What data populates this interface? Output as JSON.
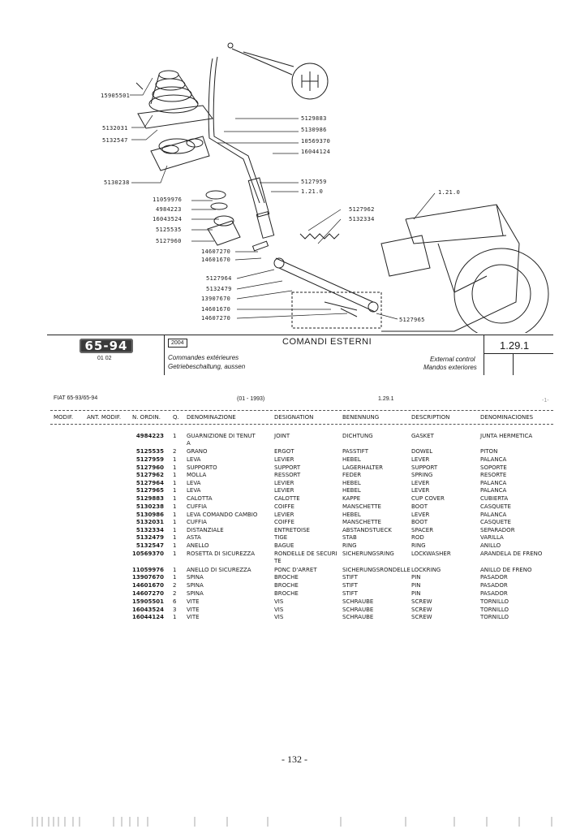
{
  "callouts": {
    "c15905501": "15905501",
    "c5132031": "5132031",
    "c5132547": "5132547",
    "c5130238": "5130238",
    "c5129883": "5129883",
    "c5130986": "5130986",
    "c10569370": "10569370",
    "c16044124": "16044124",
    "c5127959": "5127959",
    "c121a": "1.21.0",
    "c121b": "1.21.0",
    "c11059976": "11059976",
    "c4984223": "4984223",
    "c16043524": "16043524",
    "c5125535": "5125535",
    "c5127960": "5127960",
    "c5127962": "5127962",
    "c5132334": "5132334",
    "c14607270a": "14607270",
    "c14601670a": "14601670",
    "c5127964": "5127964",
    "c5132479": "5132479",
    "c13907670": "13907670",
    "c14601670b": "14601670",
    "c14607270b": "14607270",
    "c5127965": "5127965"
  },
  "header": {
    "badge": "65-94",
    "subcode": "01 02",
    "boxcode": "2004",
    "title_it": "COMANDI ESTERNI",
    "title_fr": "Commandes extérieures",
    "title_de": "Getriebeschaltung, aussen",
    "title_en": "External control",
    "title_es": "Mandos exteriores",
    "section": "1.29.1"
  },
  "meta": {
    "model": "FIAT 65-93/65-94",
    "date": "(01 - 1993)",
    "section": "1.29.1",
    "tick": "-1-"
  },
  "columns": {
    "modif": "MODIF.",
    "ant_modif": "ANT. MODIF.",
    "n_ordin": "N. ORDIN.",
    "q": "Q.",
    "denom": "DENOMINAZIONE",
    "designation": "DESIGNATION",
    "benennung": "BENENNUNG",
    "description": "DESCRIPTION",
    "denominaciones": "DENOMINACIONES"
  },
  "parts": [
    {
      "num": "4984223",
      "qty": "1",
      "it": "GUARNIZIONE DI TENUT",
      "it2": "A",
      "fr": "JOINT",
      "de": "DICHTUNG",
      "en": "GASKET",
      "es": "JUNTA HERMETICA"
    },
    {
      "num": "5125535",
      "qty": "2",
      "it": "GRANO",
      "fr": "ERGOT",
      "de": "PASSTIFT",
      "en": "DOWEL",
      "es": "PITON"
    },
    {
      "num": "5127959",
      "qty": "1",
      "it": "LEVA",
      "fr": "LEVIER",
      "de": "HEBEL",
      "en": "LEVER",
      "es": "PALANCA"
    },
    {
      "num": "5127960",
      "qty": "1",
      "it": "SUPPORTO",
      "fr": "SUPPORT",
      "de": "LAGERHALTER",
      "en": "SUPPORT",
      "es": "SOPORTE"
    },
    {
      "num": "5127962",
      "qty": "1",
      "it": "MOLLA",
      "fr": "RESSORT",
      "de": "FEDER",
      "en": "SPRING",
      "es": "RESORTE"
    },
    {
      "num": "5127964",
      "qty": "1",
      "it": "LEVA",
      "fr": "LEVIER",
      "de": "HEBEL",
      "en": "LEVER",
      "es": "PALANCA"
    },
    {
      "num": "5127965",
      "qty": "1",
      "it": "LEVA",
      "fr": "LEVIER",
      "de": "HEBEL",
      "en": "LEVER",
      "es": "PALANCA"
    },
    {
      "num": "5129883",
      "qty": "1",
      "it": "CALOTTA",
      "fr": "CALOTTE",
      "de": "KAPPE",
      "en": "CUP COVER",
      "es": "CUBIERTA"
    },
    {
      "num": "5130238",
      "qty": "1",
      "it": "CUFFIA",
      "fr": "COIFFE",
      "de": "MANSCHETTE",
      "en": "BOOT",
      "es": "CASQUETE"
    },
    {
      "num": "5130986",
      "qty": "1",
      "it": "LEVA COMANDO CAMBIO",
      "fr": "LEVIER",
      "de": "HEBEL",
      "en": "LEVER",
      "es": "PALANCA"
    },
    {
      "num": "5132031",
      "qty": "1",
      "it": "CUFFIA",
      "fr": "COIFFE",
      "de": "MANSCHETTE",
      "en": "BOOT",
      "es": "CASQUETE"
    },
    {
      "num": "5132334",
      "qty": "1",
      "it": "DISTANZIALE",
      "fr": "ENTRETOISE",
      "de": "ABSTANDSTUECK",
      "en": "SPACER",
      "es": "SEPARADOR"
    },
    {
      "num": "5132479",
      "qty": "1",
      "it": "ASTA",
      "fr": "TIGE",
      "de": "STAB",
      "en": "ROD",
      "es": "VARILLA"
    },
    {
      "num": "5132547",
      "qty": "1",
      "it": "ANELLO",
      "fr": "BAGUE",
      "de": "RING",
      "en": "RING",
      "es": "ANILLO"
    },
    {
      "num": "10569370",
      "qty": "1",
      "it": "ROSETTA DI SICUREZZA",
      "fr": "RONDELLE DE SECURI",
      "fr2": "TE",
      "de": "SICHERUNGSRING",
      "en": "LOCKWASHER",
      "es": "ARANDELA DE FRENO"
    },
    {
      "num": "11059976",
      "qty": "1",
      "it": "ANELLO DI SICUREZZA",
      "fr": "PONC D'ARRET",
      "de": "SICHERUNGSRONDELLE",
      "en": "LOCKRING",
      "es": "ANILLO DE FRENO"
    },
    {
      "num": "13907670",
      "qty": "1",
      "it": "SPINA",
      "fr": "BROCHE",
      "de": "STIFT",
      "en": "PIN",
      "es": "PASADOR"
    },
    {
      "num": "14601670",
      "qty": "2",
      "it": "SPINA",
      "fr": "BROCHE",
      "de": "STIFT",
      "en": "PIN",
      "es": "PASADOR"
    },
    {
      "num": "14607270",
      "qty": "2",
      "it": "SPINA",
      "fr": "BROCHE",
      "de": "STIFT",
      "en": "PIN",
      "es": "PASADOR"
    },
    {
      "num": "15905501",
      "qty": "6",
      "it": "VITE",
      "fr": "VIS",
      "de": "SCHRAUBE",
      "en": "SCREW",
      "es": "TORNILLO"
    },
    {
      "num": "16043524",
      "qty": "3",
      "it": "VITE",
      "fr": "VIS",
      "de": "SCHRAUBE",
      "en": "SCREW",
      "es": "TORNILLO"
    },
    {
      "num": "16044124",
      "qty": "1",
      "it": "VITE",
      "fr": "VIS",
      "de": "SCHRAUBE",
      "en": "SCREW",
      "es": "TORNILLO"
    }
  ],
  "page_number": "- 132 -"
}
